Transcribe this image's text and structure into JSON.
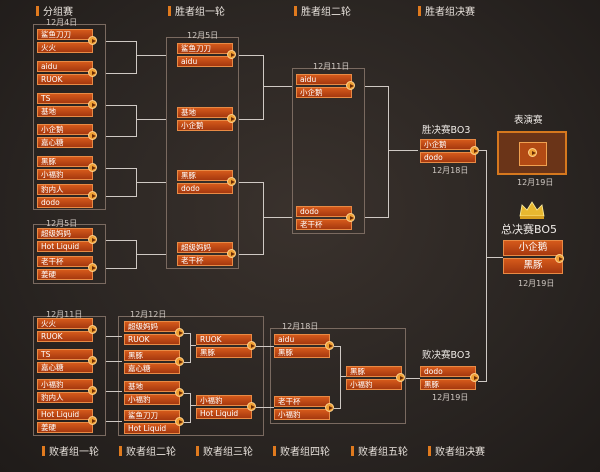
{
  "headers": {
    "group_stage": "分组赛",
    "wb_r1": "胜者组一轮",
    "wb_r2": "胜者组二轮",
    "wb_final": "胜者组决赛",
    "lb_r1": "败者组一轮",
    "lb_r2": "败者组二轮",
    "lb_r3": "败者组三轮",
    "lb_r4": "败者组四轮",
    "lb_r5": "败者组五轮",
    "lb_final": "败者组决赛"
  },
  "dates": {
    "g1": "12月4日",
    "g2": "12月5日",
    "wbr1": "12月5日",
    "wbr2": "12月11日",
    "wbf": "12月18日",
    "show": "12月19日",
    "gf": "12月19日",
    "lb1": "12月11日",
    "lb2": "12月12日",
    "lb4": "12月18日",
    "lbf": "12月19日"
  },
  "titles": {
    "wb_final": "胜决赛BO3",
    "showcase": "表演赛",
    "grand_final": "总决赛BO5",
    "lb_final": "败决赛BO3"
  },
  "group_stage": [
    [
      "鲨鱼刀刀",
      "火火"
    ],
    [
      "aidu",
      "RUOK"
    ],
    [
      "TS",
      "基地"
    ],
    [
      "小企鹅",
      "嘉心糖"
    ],
    [
      "黑豚",
      "小福豹"
    ],
    [
      "豹内人",
      "dodo"
    ],
    [
      "超级妈妈",
      "Hot Liquid"
    ],
    [
      "老干杯",
      "姜硬"
    ]
  ],
  "wb_r1": [
    [
      "鲨鱼刀刀",
      "aidu"
    ],
    [
      "基地",
      "小企鹅"
    ],
    [
      "黑豚",
      "dodo"
    ],
    [
      "超级妈妈",
      "老干杯"
    ]
  ],
  "wb_r2": [
    [
      "aidu",
      "小企鹅"
    ],
    [
      "dodo",
      "老干杯"
    ]
  ],
  "wb_final": [
    "小企鹅",
    "dodo"
  ],
  "grand_final": [
    "小企鹅",
    "黑豚"
  ],
  "lb_r1": [
    [
      "火火",
      "RUOK"
    ],
    [
      "TS",
      "嘉心糖"
    ],
    [
      "小福豹",
      "豹内人"
    ],
    [
      "Hot Liquid",
      "姜硬"
    ]
  ],
  "lb_r2": [
    [
      "超级妈妈",
      "RUOK"
    ],
    [
      "黑豚",
      "嘉心糖"
    ],
    [
      "基地",
      "小福豹"
    ],
    [
      "鲨鱼刀刀",
      "Hot Liquid"
    ]
  ],
  "lb_r3": [
    [
      "RUOK",
      "黑豚"
    ],
    [
      "小福豹",
      "Hot Liquid"
    ]
  ],
  "lb_r4": [
    [
      "aidu",
      "黑豚"
    ],
    [
      "老干杯",
      "小福豹"
    ]
  ],
  "lb_r5": [
    "黑豚",
    "小福豹"
  ],
  "lb_final": [
    "dodo",
    "黑豚"
  ]
}
